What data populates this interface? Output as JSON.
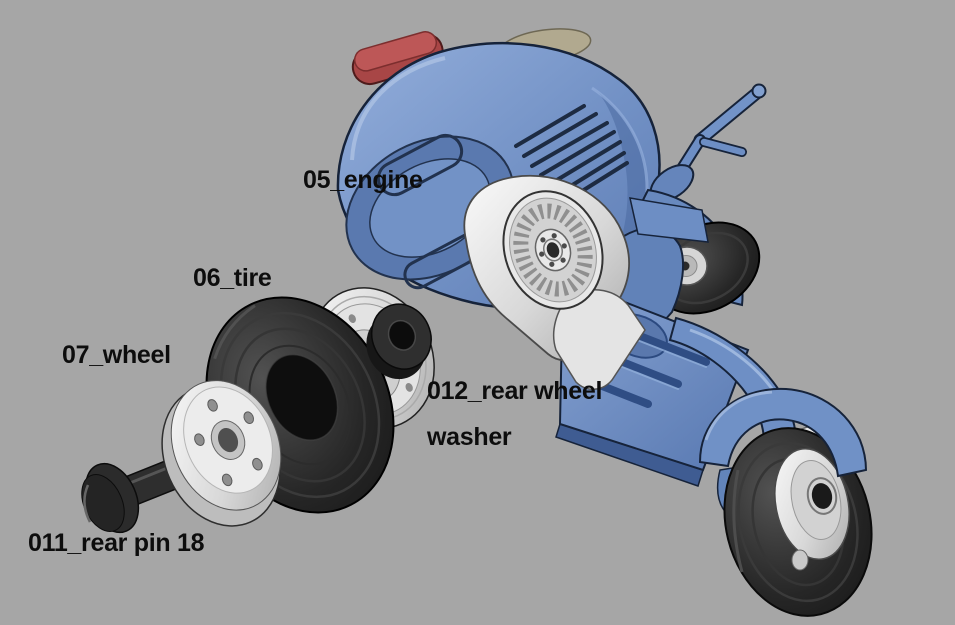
{
  "labels": {
    "engine": "05_engine",
    "tire": "06_tire",
    "wheel": "07_wheel",
    "rear_wheel_washer_line1": "012_rear wheel",
    "rear_wheel_washer_line2": "washer",
    "rear_pin": "011_rear pin 18"
  },
  "colors": {
    "background": "#a6a6a6",
    "body_blue": "#7492c6",
    "body_blue_dark": "#4e6da3",
    "outline_navy": "#16233a",
    "seat_red": "#b04a4a",
    "metal_silver": "#e9e9e9",
    "tire_black": "#202020",
    "label_text": "#0d0d0d"
  }
}
